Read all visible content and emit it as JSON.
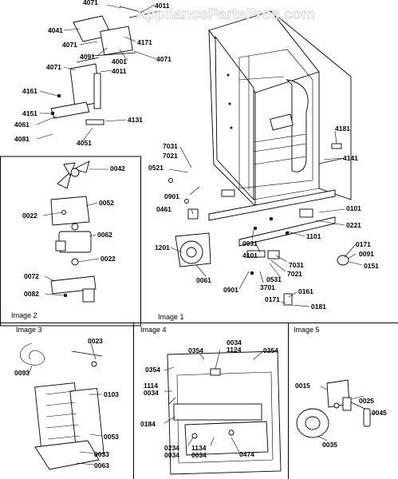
{
  "watermark": "AppliancePartsPros.com",
  "panels": {
    "image1": "Image 1",
    "image2": "Image 2",
    "image3": "Image 3",
    "image4": "Image 4",
    "image5": "Image 5"
  },
  "labels": {
    "l4071a": "4071",
    "l4011a": "4011",
    "l4041": "4041",
    "l4071b": "4071",
    "l4091": "4091",
    "l4171": "4171",
    "l4001": "4001",
    "l4071c": "4071",
    "l4071d": "4071",
    "l4011b": "4011",
    "l4161": "4161",
    "l4151": "4151",
    "l4061": "4061",
    "l4081": "4081",
    "l4131": "4131",
    "l4051": "4051",
    "l0042": "0042",
    "l0052": "0052",
    "l0022a": "0022",
    "l0062": "0062",
    "l0022b": "0022",
    "l0072": "0072",
    "l0082": "0082",
    "l7031a": "7031",
    "l7021a": "7021",
    "l0521": "0521",
    "l0901a": "0901",
    "l0461": "0461",
    "l4181": "4181",
    "l4141": "4141",
    "l0101": "0101",
    "l0221": "0221",
    "l1101": "1101",
    "l1201": "1201",
    "l0031": "0031",
    "l4101": "4101",
    "l0061": "0061",
    "l7031b": "7031",
    "l7021b": "7021",
    "l0531": "0531",
    "l0901b": "0901",
    "l3701": "3701",
    "l0171a": "0171",
    "l0091": "0091",
    "l0151": "0151",
    "l0161": "0161",
    "l0171b": "0171",
    "l0181": "0181",
    "l0023": "0023",
    "l0093": "0093",
    "l0103": "0103",
    "l0053": "0053",
    "l0033": "0033",
    "l0063": "0063",
    "l0354a": "0354",
    "l0034a": "0034",
    "l1124": "1124",
    "l0354b": "0354",
    "l0354c": "0354",
    "l1114": "1114",
    "l0034b": "0034",
    "l0184": "0184",
    "l0234": "0234",
    "l0034c": "0034",
    "l1134": "1134",
    "l0034d": "0034",
    "l0474": "0474",
    "l0015": "0015",
    "l0025": "0025",
    "l0045": "0045",
    "l0035": "0035"
  }
}
